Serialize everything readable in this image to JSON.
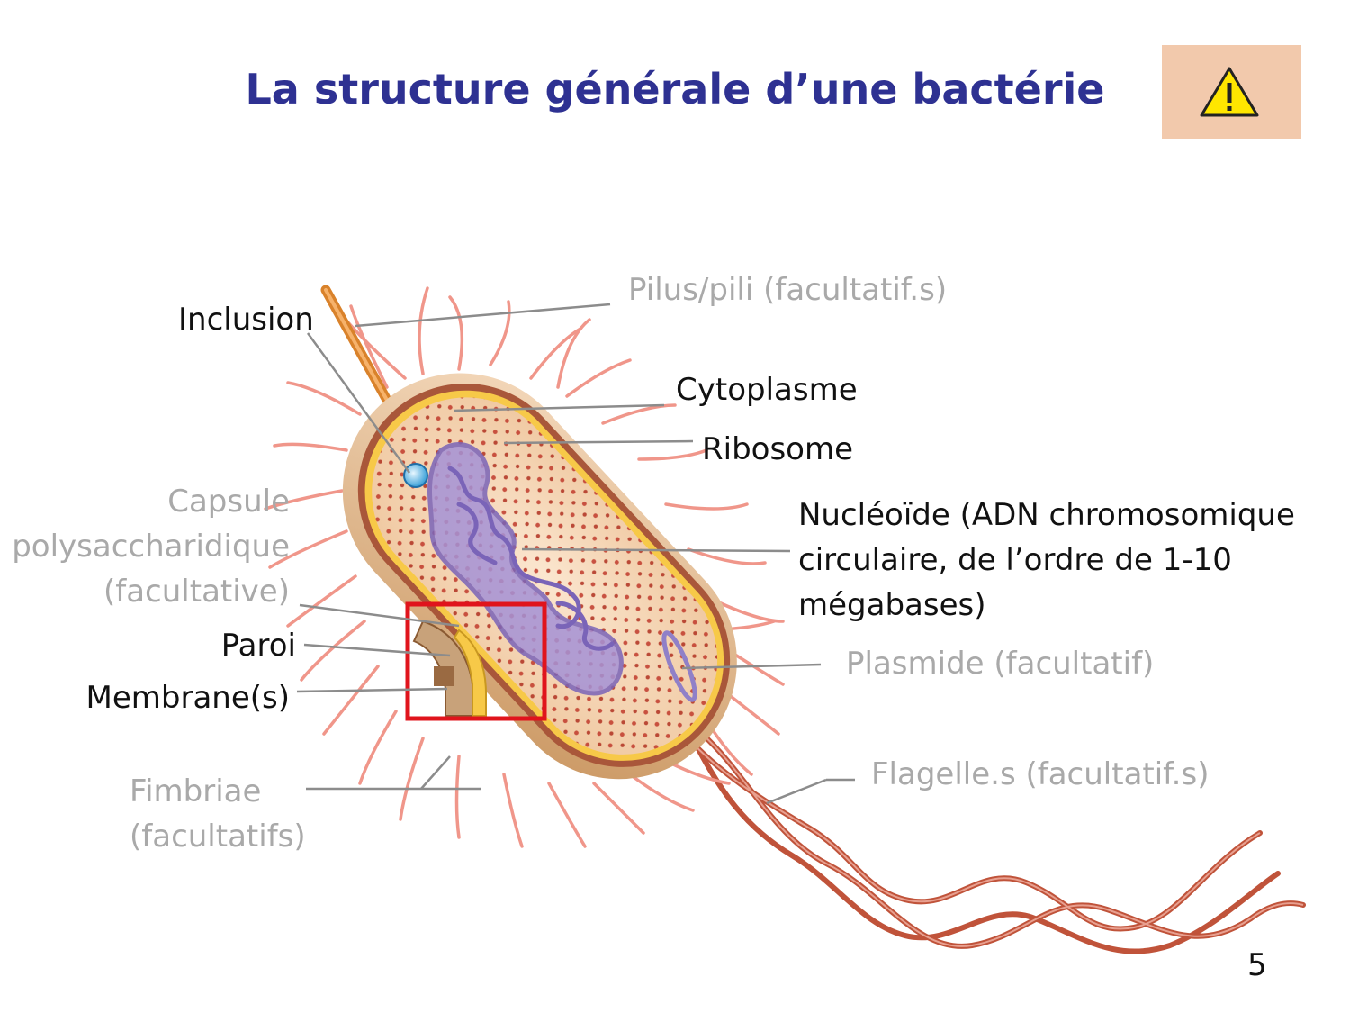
{
  "slide": {
    "title": "La structure générale d’une bactérie",
    "page_number": "5",
    "warning_icon": "warning-triangle-icon"
  },
  "labels": {
    "inclusion": "Inclusion",
    "pilus": "Pilus/pili (facultatif.s)",
    "cytoplasme": "Cytoplasme",
    "ribosome": "Ribosome",
    "capsule_1": "Capsule",
    "capsule_2": "polysaccharidique",
    "capsule_3": "(facultative)",
    "nucleoide_1": "Nucléoïde (ADN chromosomique",
    "nucleoide_2": "circulaire, de l’ordre de 1-10",
    "nucleoide_3": "mégabases)",
    "paroi": "Paroi",
    "membrane": "Membrane(s)",
    "plasmide": "Plasmide (facultatif)",
    "fimbriae_1": "Fimbriae",
    "fimbriae_2": "(facultatifs)",
    "flagelle": "Flagelle.s (facultatif.s)"
  },
  "colors": {
    "title": "#2e3192",
    "dark_label": "#111111",
    "grey_label": "#a9a9a9",
    "highlight_box": "#e0141c",
    "warning_bg": "#f2c9ac"
  }
}
